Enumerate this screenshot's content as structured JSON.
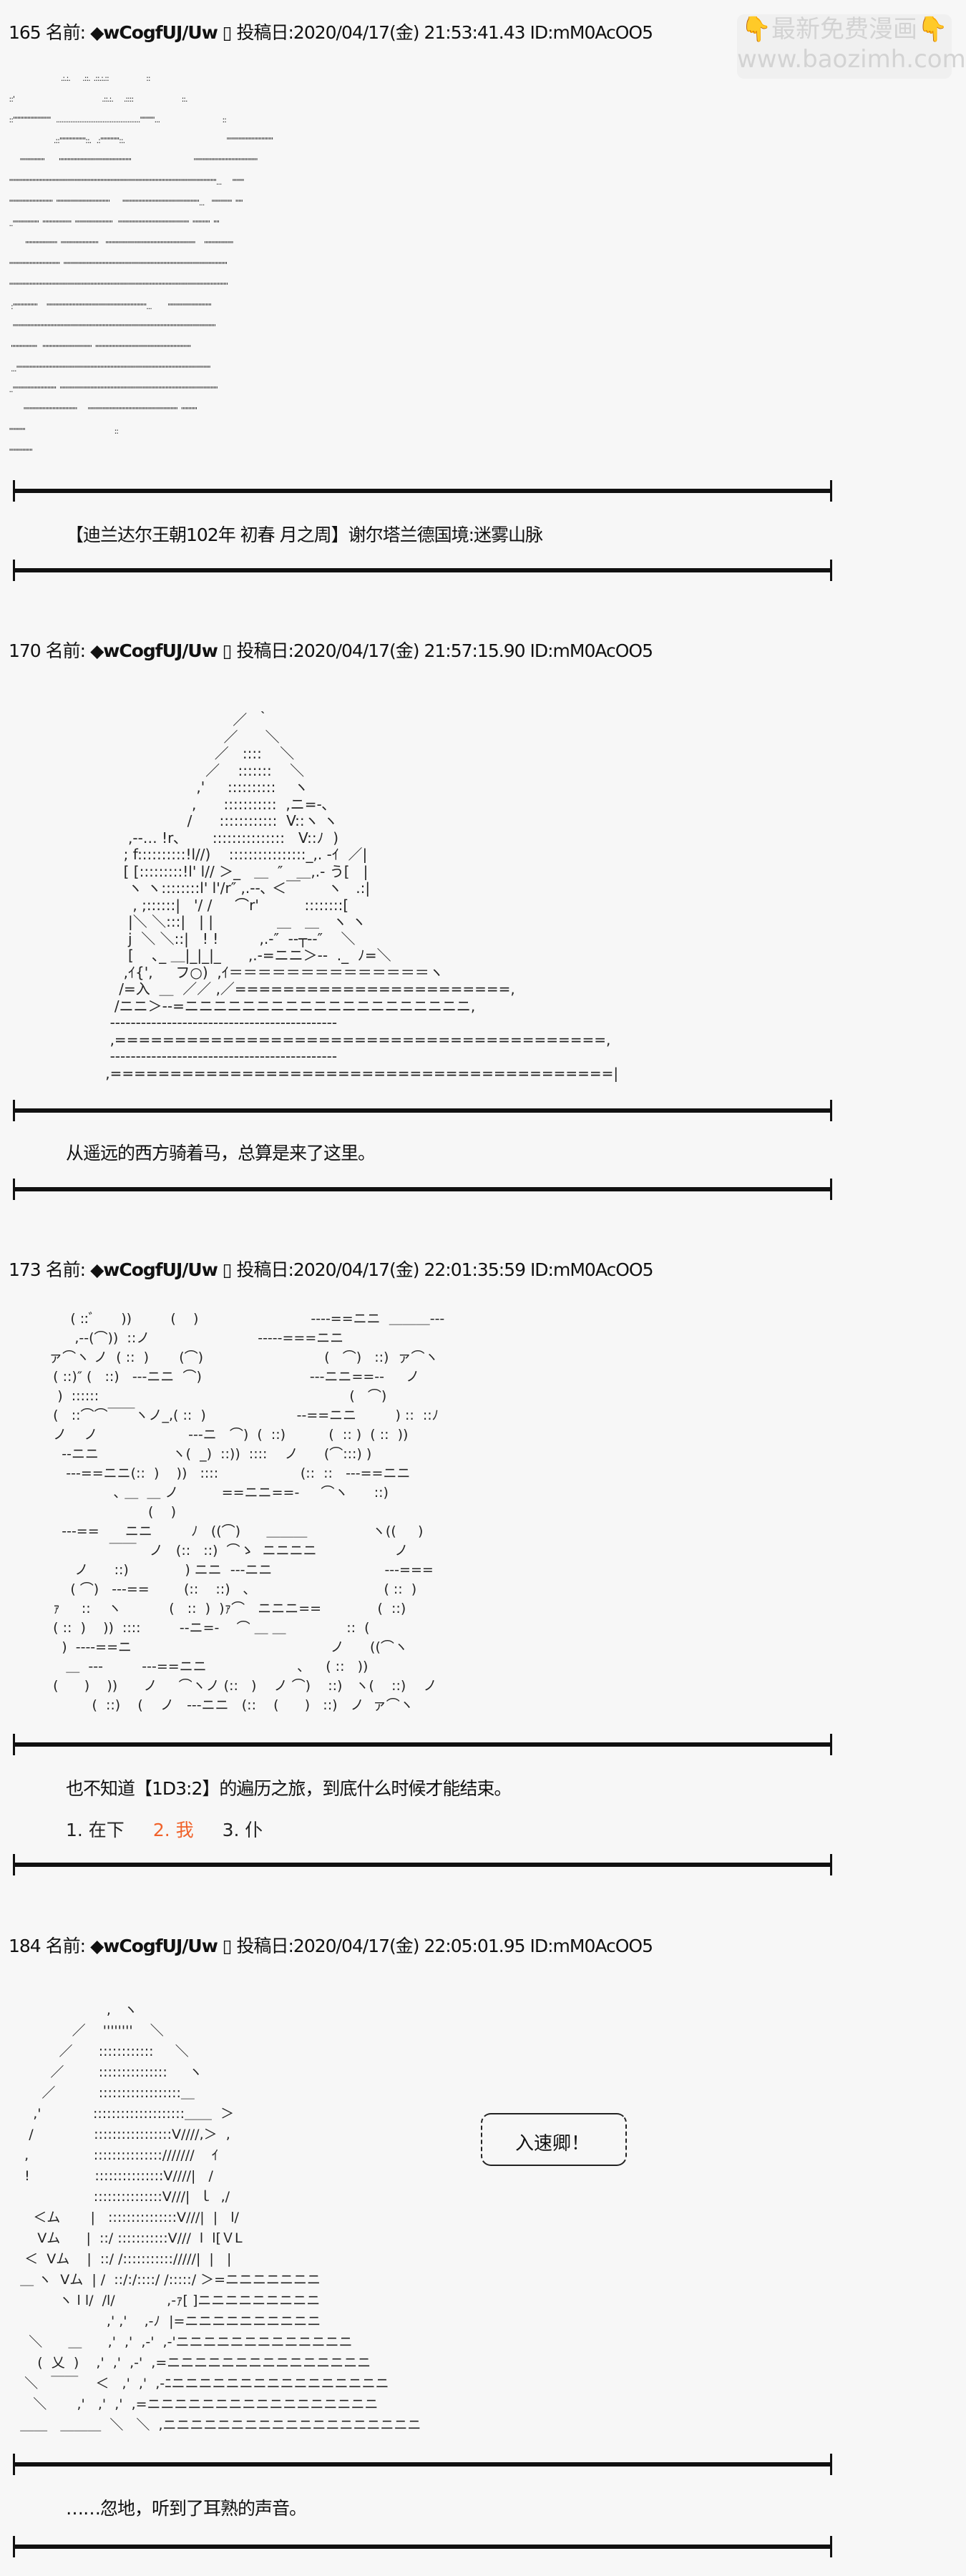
{
  "watermark": {
    "line1": "最新免费漫画",
    "line2": "www.baozimh.com",
    "icon": "pointing-down-hand-icon"
  },
  "posts": [
    {
      "number": "165",
      "name_label": "名前:",
      "name": "◆wCogfUJ/Uw",
      "box": "▯",
      "date_label": "投稿日:",
      "date": "2020/04/17(金) 21:53:41.43",
      "id": "ID:mM0AcOO5",
      "art": "                              .:.:.       .::.  .::.:.::                     ::                                      \n ::'                                                 .::.:.      .::::                           ::.                    \n ::''''''''''''''''''''''''''   ...............................................''''''''''...                                   ::\n                          .::''''''''''''''''''::.   .:'''''''''''''::.                                                         ''''''''''''''''''''''''''''''''\n       '''''''''''''''''        ''''''''''''''''''''''''''''''''''''''''''''''''''                                   ''''''''''''''''''''''''''''''''''''''''''''\n '''''''''''''''''''''''''''''''''''''''''''''''''''''''''''''''''''''''''''''''''''''''''''''''''''''''''''''''''''''''''''''''''''''''''''''''...      ''''''''\n ''''''''''''''''''''''''''''''  '''''''''''''''''''''''''''''''''''''       '''''''''''''''''''''''''''''''''''''''''''''''''''''...    ''''''''''''''  '''''\n ..''''''''''''''''''  ''''''''''''''''''''  ''''''''''''''''''''''''''   '''''''''''''''''''''''''''''''''''''''''''''''''  ''''''''''''  ''''\n          ''''''''''''''''''''''  ''''''''''''''''''''''''''    ''''''''''''''''''''''''''''''''''''''''''''''''''''''''''''''     ''''''''''''''''''''\n '''''''''''''''''''''''''''''''''''  '''''''''''''''''''''''''''''''''''''''''''''''''''''''''''''''''''''''''''''''''''''''''''''''''''''''''''''''''\n '''''''''''''''''''''''''''''''''''''''''''''''''''''''''''''''''''''''''''''''''''''''''''''''''''''''''''''''''''''''''''''''''''''''''''''''''''''''\n  :'''''''''''''''''     '''''''''''''''''''''''''''''''''''''''''''''''''''''''''''''''''''''...         ''''''''''''''''''''''''''''''\n   ''''''''''''''''''''''''''''''''''''''''''''''''''''''''''''''''''''''''''''''''''''''''''''''''''''''''''''''''''''''''''''''''''''''''''''\n  ''''''''''''''''''   ''''''''''''''''''''''''''''''''''  ''''''''''''''''''''''''''''''''''''''''''''''''''''''''''''''''''\n  ...''''''''''''''''''''''''''''''''''''''''''''''''''''''''''''''''''''''''''''''''''''''''''''''''''''''''''''''''''''''''''''''''''''''\n ..''''''''''''''''''''''''''''''  '''''''''''''''''''''''''''''''''''''''''''''''''''''''''''''''''''''''''''''''''''''''''''''''''''''''''''''\n         '''''''''''''''''''''''''''''''''''''      ''''''''''''''''''''''''''''''''''''''''''''''''''''''''''''''  '''''''''''\n '''''''''''                                                  ::                                              \n ''''''''''''''''",
      "caption": "【迪兰达尔王朝102年 初春 月之周】谢尔塔兰德国境:迷雾山脉"
    },
    {
      "number": "170",
      "name_label": "名前:",
      "name": "◆wCogfUJ/Uw",
      "box": "▯",
      "date_label": "投稿日:",
      "date": "2020/04/17(金) 21:57:15.90",
      "id": "ID:mM0AcOO5",
      "art": "                                     ／  ｀\n                                   ／      ＼\n                                 ／   ::::    ＼\n                               ／    :::::::    ＼\n                             ,'     ::::::::::    ヽ\n                            ,      :::::::::::  ,ニ=-､\n                           /      ::::::::::::  V::ヽ ヽ\n              ,--… !r､       :::::::::::::::   V::ﾉ  )\n             ; f::::::::::!l//)    ::::::::::::::::_,. -ｲ  ／|\n             [ [:::::::::!l' l// ＞_   ＿  ″   ＿,.- う[   |\n              ヽ ヽ::::::::l' l'/r″ ,.--､ ＜￣      ヽ   .:|\n               , ;::::::|   '/ /     ⌒r'          ::::::::[\n              |＼ ＼:::|   | |              ＿   ＿   ヽ ヽ\n              j  ＼ ＼::|   ! !         ,.-″  -‐┬‐‐″    ＼\n              [    ､_ ＿|_|_|_      ,.-=ニニ＞--  ._  ﾉ=＼\n             ,ｲ{',     フ○)  ,ｲ＝＝＝＝＝＝＝＝＝＝＝＝＝＝ヽ\n            /=入  ＿  ／／ ,／=======================,\n           /ニニ＞--=ニニニニニニニニニニニニニニニニニニニニ,\n          --------------------------------------------\n          ,=========================================,\n          --------------------------------------------\n         ,==========================================|",
      "caption": "从遥远的西方骑着马，总算是来了这里。"
    },
    {
      "number": "173",
      "name_label": "名前:",
      "name": "◆wCogfUJ/Uw",
      "box": "▯",
      "date_label": "投稿日:",
      "date": "2020/04/17(金) 22:01:35:59",
      "id": "ID:mM0AcOO5",
      "art": "        ( ::ﾞ      ))         (    )                          ----==ニニ  ＿＿＿---\n         ,--(⌒))  ::ノ                         -----===ニニ\n   ァ⌒ヽ ノ  ( ::  )       (⌒)                            (   ⌒)   ::)  ァ⌒ヽ\n    ( ::)″ (   ::)   ---ニニ  ⌒)                         ---ニニ==--     ノ\n     )  ::::::                                                          (   ⌒)\n    (   ::⌒⌒￣￣ヽノ_,( ::  )                     --==ニニ         ) ::  ::ﾉ\n    ノ    ノ                     ---ニ   ⌒)  (  ::)          (  :: )  ( ::  ))\n      --ニニ                 ヽ(  _)  ::))  ::::    ノ      (⌒:::) )\n       ---==ニニ(::  )    ))   ::::                   (::  ::   ---==ニニ\n                  ､ ＿  ＿ ノ          ==ニニ==-     ⌒ヽ      ::)\n                          (    )\n      ---==      ニニ         ﾉ   ((⌒)      ＿＿＿               ヽ((     )\n                 ￣￣   ノ   (::   ::)  ⌒ゝ  ニニニニ                  ノ\n         ノ      ::)             ) ニニ  ---ニニ                          ---===\n        ( ⌒)   ---==        (::    ::)   ､                               ( ::  )\n    ｧ     ::    ヽ           (   ::  )  )ｧ⌒   ニニニ==             (  ::)\n    ( ::  )    ))  ::::         --ニ=-    ⌒ ＿ ＿              ::  (\n      )  ----==ニ                                              ノ      ((⌒ヽ\n       ＿  ---         ---==ニニ                     ､     ( ::   ))\n    (      )    ))      ノ     ⌒ヽノ (::   )    ノ ⌒)    ::)   ヽ(    ::)    ノ\n             (  ::)    (    ノ   ---ニニ   (::    (      )   ::)   ノ  ァ⌒ヽ",
      "caption": "也不知道【1D3:2】的遍历之旅，到底什么时候才能结束。",
      "options": [
        {
          "label": "1. 在下",
          "color": "#222222"
        },
        {
          "label": "2. 我",
          "color": "#f0622a"
        },
        {
          "label": "3. 仆",
          "color": "#222222"
        }
      ]
    },
    {
      "number": "184",
      "name_label": "名前:",
      "name": "◆wCogfUJ/Uw",
      "box": "▯",
      "date_label": "投稿日:",
      "date": "2020/04/17(金) 22:05:01.95",
      "id": "ID:mM0AcOO5",
      "art": "                       ,   ヽ\n               ／    ''''''''    ＼\n            ／      ::::::::::::     ＼\n          ／        :::::::::::::::     ヽ\n        ／          ::::::::::::::::::＿\n      ,'            ::::::::::::::::::::＿＿  ＞\n     /              :::::::::::::::::V////,＞  ,\n    ,               :::::::::::::::///////    ｲ\n    !               :::::::::::::::V////|   /\n                    :::::::::::::::V///|  ｌ  ,/\n      ＜ム       |   :::::::::::::::V///|  |   l/\n       Vム      |  ::/ :::::::::::V///  l  l[ＶL\n    ＜  Vム    |  ::/ /::::::::::://///|  |   |\n   ＿ ヽ  Vム  | /  ::/:/::::/ /:::::/ ＞=ニニニニニニニ\n            ヽ l l/  /l/            ,-ｧ[ ]ニニニニニニニニニ\n                       ,' ,'    ,-ﾉ  |=ニニニニニニニニニニ\n     ＼      ＿      ,'  ,'  ,-'  ,-'ニニニニニニニニニニニニニ\n       (  乂  )    ,'  ,'  ,-'  ,=ニニニニニニニニニニニニニニニ\n    ＼   ￣￣    ＜   ,'  ,'  ,-ﾆニニニニニニニニニニニニニニニニ\n      ＼       ,'   ,'  ,'  ,=ニニニニニニニニニニニニニニニニニ\n   ＿＿   ＿＿＿  ＼   ＼  ,ニニニニニニニニニニニニニニニニニニニ",
      "bubble": "入速卿！",
      "caption": "……忽地，听到了耳熟的声音。"
    }
  ]
}
